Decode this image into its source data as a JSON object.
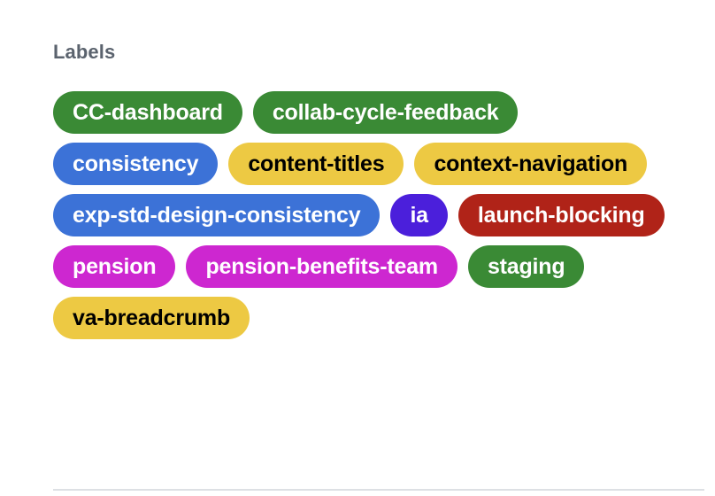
{
  "panel": {
    "heading": "Labels",
    "heading_color": "#5b636e",
    "background_color": "#ffffff",
    "divider_color": "#dde0e4"
  },
  "labels": [
    {
      "name": "CC-dashboard",
      "bg": "#3a8a35",
      "fg": "#ffffff"
    },
    {
      "name": "collab-cycle-feedback",
      "bg": "#3a8a35",
      "fg": "#ffffff"
    },
    {
      "name": "consistency",
      "bg": "#3c72d7",
      "fg": "#ffffff"
    },
    {
      "name": "content-titles",
      "bg": "#edc943",
      "fg": "#000000"
    },
    {
      "name": "context-navigation",
      "bg": "#edc943",
      "fg": "#000000"
    },
    {
      "name": "exp-std-design-consistency",
      "bg": "#3c72d7",
      "fg": "#ffffff"
    },
    {
      "name": "ia",
      "bg": "#4b1fdb",
      "fg": "#ffffff"
    },
    {
      "name": "launch-blocking",
      "bg": "#b02318",
      "fg": "#ffffff"
    },
    {
      "name": "pension",
      "bg": "#cd27d0",
      "fg": "#ffffff"
    },
    {
      "name": "pension-benefits-team",
      "bg": "#cd27d0",
      "fg": "#ffffff"
    },
    {
      "name": "staging",
      "bg": "#3a8a35",
      "fg": "#ffffff"
    },
    {
      "name": "va-breadcrumb",
      "bg": "#edc943",
      "fg": "#000000"
    }
  ]
}
